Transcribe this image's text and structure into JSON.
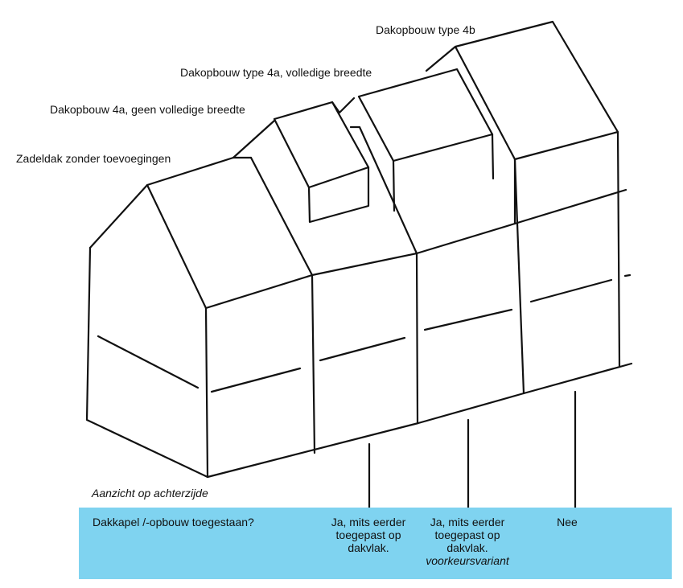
{
  "labels": {
    "type_4b": "Dakopbouw type 4b",
    "type_4a_full": "Dakopbouw type 4a, volledige breedte",
    "type_4a_partial": "Dakopbouw 4a, geen volledige breedte",
    "gable_roof": "Zadeldak zonder toevoegingen",
    "rear_view": "Aanzicht op achterzijde"
  },
  "panel": {
    "color": "#7fd3f0",
    "question": "Dakkapel /-opbouw toegestaan?",
    "answers": [
      {
        "line1": "Ja, mits eerder",
        "line2": "toegepast op",
        "line3": "dakvlak.",
        "note": ""
      },
      {
        "line1": "Ja, mits eerder",
        "line2": "toegepast op",
        "line3": "dakvlak.",
        "note": "voorkeursvariant"
      },
      {
        "line1": "Nee",
        "line2": "",
        "line3": "",
        "note": ""
      }
    ]
  }
}
